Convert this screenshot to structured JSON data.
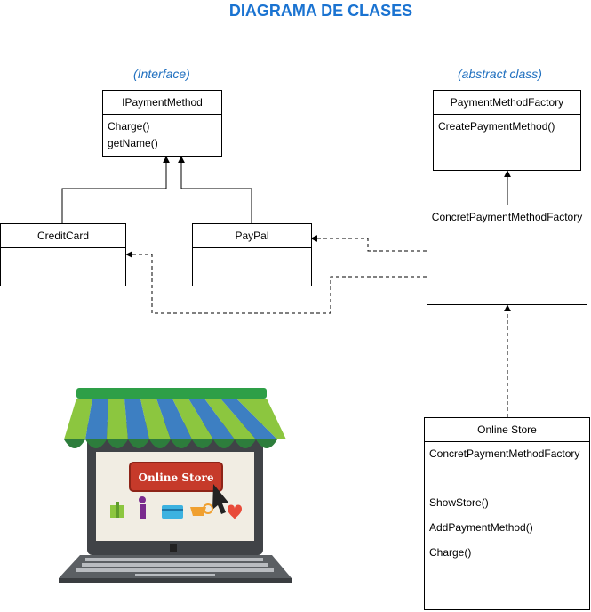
{
  "title": "DIAGRAMA DE CLASES",
  "stereotypes": {
    "interface": "(Interface)",
    "abstract": "(abstract class)"
  },
  "classes": {
    "ipayment": {
      "name": "IPaymentMethod",
      "methods": [
        "Charge()",
        "getName()"
      ]
    },
    "factory": {
      "name": "PaymentMethodFactory",
      "methods": [
        "CreatePaymentMethod()"
      ]
    },
    "concrete": {
      "name": "ConcretPaymentMethodFactory"
    },
    "creditcard": {
      "name": "CreditCard"
    },
    "paypal": {
      "name": "PayPal"
    },
    "store": {
      "name": "Online Store",
      "attributes": [
        "ConcretPaymentMethodFactory"
      ],
      "methods": [
        "ShowStore()",
        "AddPaymentMethod()",
        "Charge()"
      ]
    }
  },
  "illustration": {
    "sign": "Online Store",
    "icon": "online-store-laptop-icon"
  },
  "colors": {
    "title": "#1a73d1",
    "stereotype": "#1f6fbf",
    "awning_green": "#2d9a3f",
    "awning_blue": "#3d7fc2",
    "sign_red": "#c63a2a"
  }
}
